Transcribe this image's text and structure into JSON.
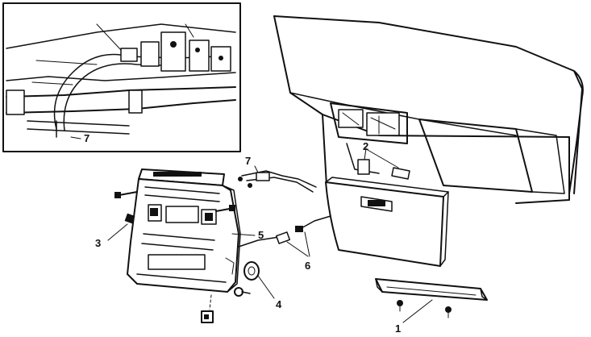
{
  "callouts": [
    {
      "id": "1",
      "label": "1"
    },
    {
      "id": "2",
      "label": "2"
    },
    {
      "id": "3",
      "label": "3"
    },
    {
      "id": "4",
      "label": "4"
    },
    {
      "id": "5",
      "label": "5"
    },
    {
      "id": "6",
      "label": "6"
    },
    {
      "id": "7",
      "label": "7"
    },
    {
      "id": "7-inset",
      "label": "7"
    }
  ],
  "colors": {
    "ink": "#111111",
    "paper": "#ffffff"
  }
}
